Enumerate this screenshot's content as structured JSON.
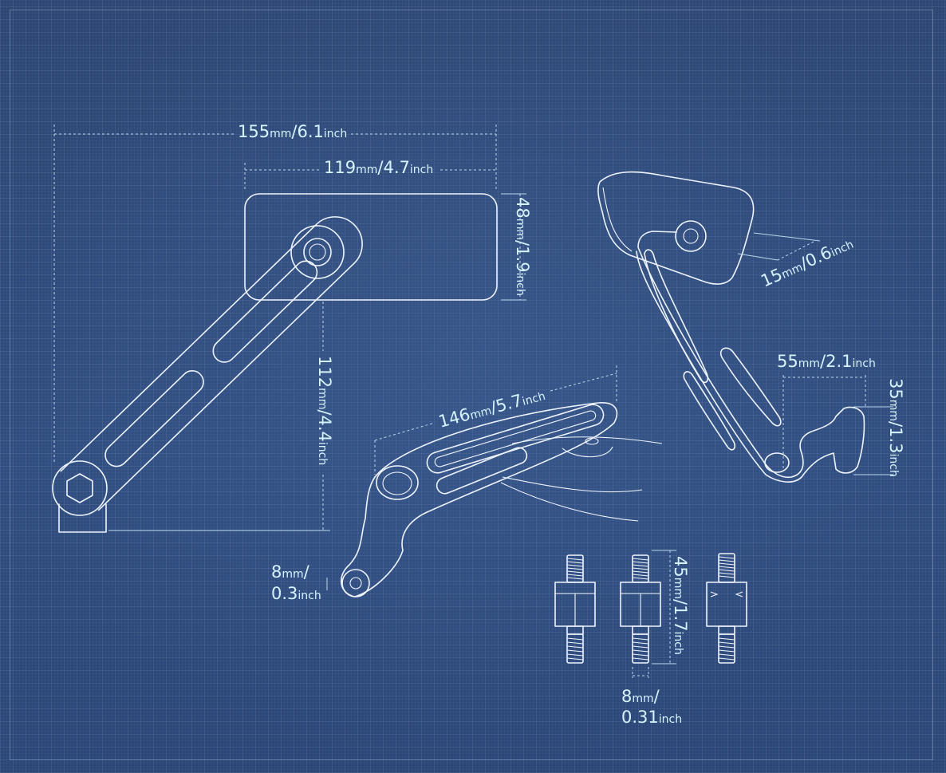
{
  "dimensions": {
    "overall_width": {
      "value1": "155",
      "unit1": "mm",
      "value2": "6.1",
      "unit2": "inch"
    },
    "mirror_width": {
      "value1": "119",
      "unit1": "mm",
      "value2": "4.7",
      "unit2": "inch"
    },
    "mirror_height": {
      "value1": "48",
      "unit1": "mm",
      "value2": "1.9",
      "unit2": "inch"
    },
    "arm_height": {
      "value1": "112",
      "unit1": "mm",
      "value2": "4.4",
      "unit2": "inch"
    },
    "arm_length": {
      "value1": "146",
      "unit1": "mm",
      "value2": "5.7",
      "unit2": "inch"
    },
    "mount_hole": {
      "value1": "8",
      "unit1": "mm",
      "value2": "0.3",
      "unit2": "inch"
    },
    "mirror_depth": {
      "value1": "15",
      "unit1": "mm",
      "value2": "0.6",
      "unit2": "inch"
    },
    "offset_width": {
      "value1": "55",
      "unit1": "mm",
      "value2": "2.1",
      "unit2": "inch"
    },
    "offset_height": {
      "value1": "35",
      "unit1": "mm",
      "value2": "1.3",
      "unit2": "inch"
    },
    "bolt_length": {
      "value1": "45",
      "unit1": "mm",
      "value2": "1.7",
      "unit2": "inch"
    },
    "bolt_diameter": {
      "value1": "8",
      "unit1": "mm",
      "value2": "0.31",
      "unit2": "inch"
    }
  },
  "colors": {
    "background": "#2c4676",
    "line": "#eef4ff",
    "dimension_line": "#b9d7ec",
    "label_text": "#d6f4ff"
  }
}
